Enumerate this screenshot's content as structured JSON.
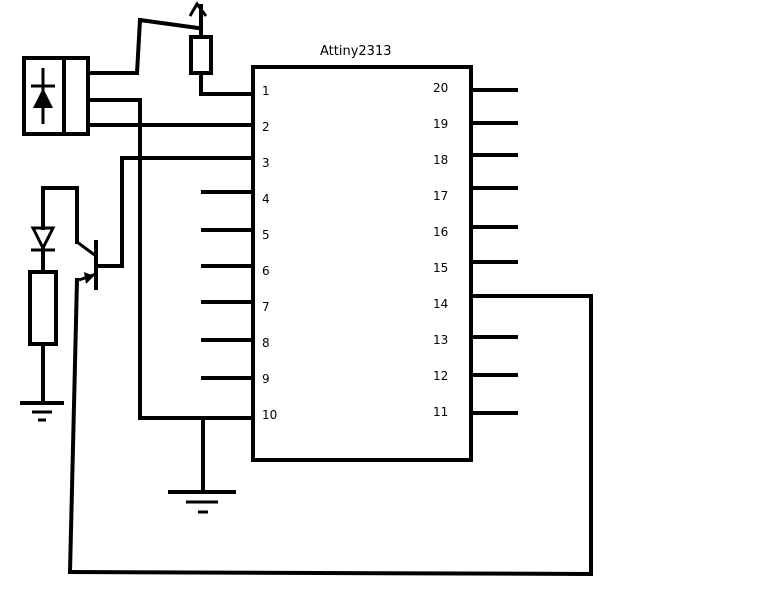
{
  "chip": {
    "title": "Attiny2313",
    "left_pins": [
      "1",
      "2",
      "3",
      "4",
      "5",
      "6",
      "7",
      "8",
      "9",
      "10"
    ],
    "right_pins": [
      "20",
      "19",
      "18",
      "17",
      "16",
      "15",
      "14",
      "13",
      "12",
      "11"
    ]
  }
}
